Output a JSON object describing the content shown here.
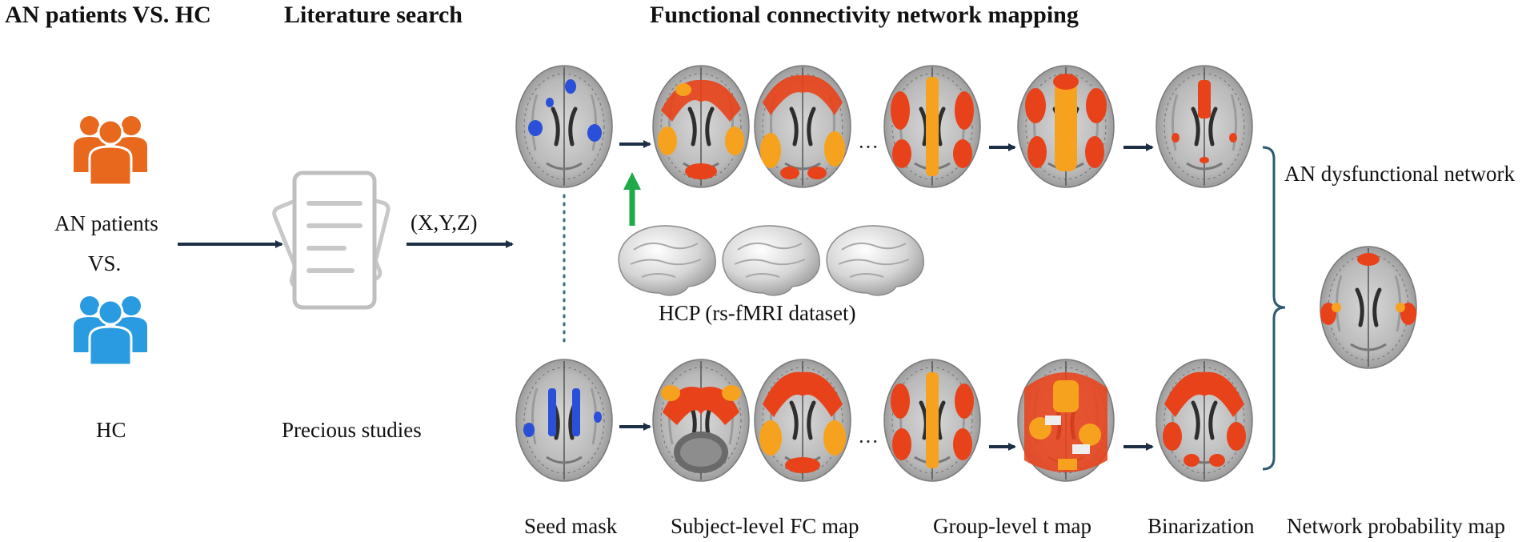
{
  "headers": {
    "groups": "AN patients VS. HC",
    "literature": "Literature search",
    "mapping": "Functional connectivity network mapping"
  },
  "labels": {
    "an_patients": "AN patients",
    "vs": "VS.",
    "hc": "HC",
    "precious_studies": "Precious studies",
    "coordinates": "(X,Y,Z)",
    "hcp": "HCP (rs-fMRI dataset)",
    "an_network": "AN dysfunctional network",
    "seed_mask": "Seed mask",
    "subject_fc": "Subject-level FC map",
    "group_t": "Group-level t map",
    "binarization": "Binarization",
    "probability_map": "Network probability map"
  },
  "ellipsis_top": "···",
  "ellipsis_bottom": "···",
  "colors": {
    "an_patients": "#e8681e",
    "hc": "#2a9be0",
    "arrow": "#1d2f44",
    "hcp_arrow": "#1faa4a",
    "seed": "#2a4fd8",
    "activation": "#e8421a",
    "activation_hot": "#f7a21e",
    "bracket": "#2a5b73"
  },
  "icons": [
    "person-group-icon",
    "document-stack-icon",
    "brain-slice-icon",
    "cortex-surface-icon"
  ]
}
